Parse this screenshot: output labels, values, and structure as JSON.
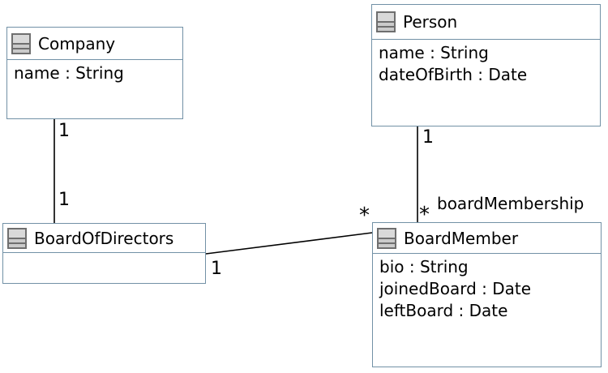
{
  "diagram": {
    "kind": "uml-class-diagram",
    "background_color": "#ffffff",
    "box_border_color": "#7291a6",
    "line_color": "#000000",
    "text_color": "#000000"
  },
  "classes": {
    "company": {
      "name": "Company",
      "attributes": [
        "name : String"
      ]
    },
    "person": {
      "name": "Person",
      "attributes": [
        "name : String",
        "dateOfBirth : Date"
      ]
    },
    "board_of_directors": {
      "name": "BoardOfDirectors",
      "attributes": []
    },
    "board_member": {
      "name": "BoardMember",
      "attributes": [
        "bio : String",
        "joinedBoard : Date",
        "leftBoard : Date"
      ]
    }
  },
  "associations": [
    {
      "from": "Company",
      "to": "BoardOfDirectors",
      "from_multiplicity": "1",
      "to_multiplicity": "1"
    },
    {
      "from": "Person",
      "to": "BoardMember",
      "from_multiplicity": "1",
      "to_multiplicity": "*",
      "to_role": "boardMembership"
    },
    {
      "from": "BoardOfDirectors",
      "to": "BoardMember",
      "from_multiplicity": "1",
      "to_multiplicity": "*"
    }
  ]
}
